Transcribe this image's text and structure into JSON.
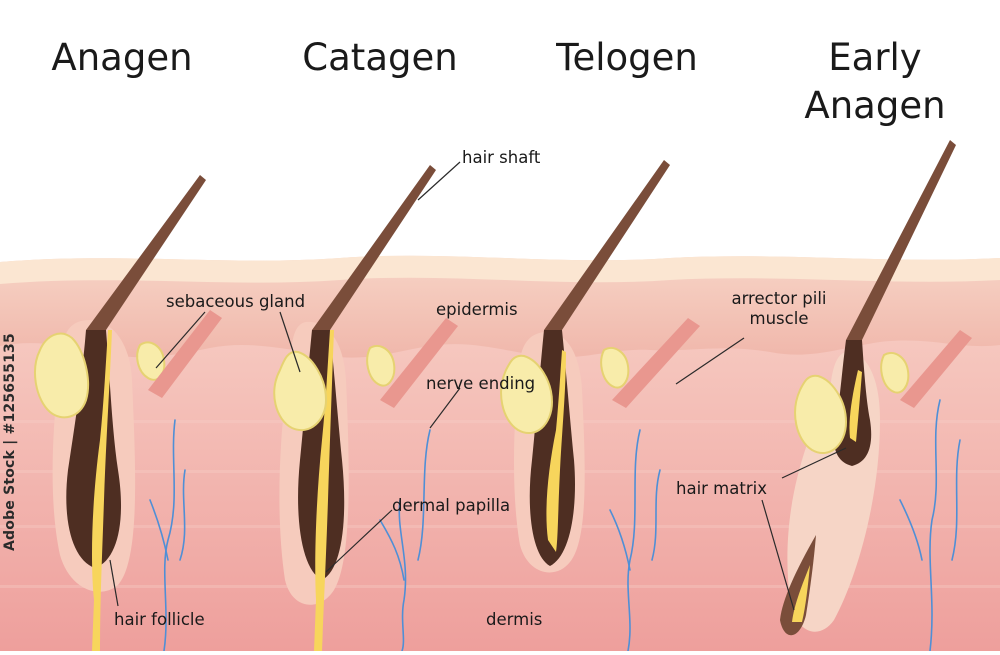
{
  "stages": [
    {
      "title": "Anagen"
    },
    {
      "title": "Catagen"
    },
    {
      "title": "Telogen"
    },
    {
      "title": "Early Anagen"
    }
  ],
  "labels": {
    "hair_shaft": "hair shaft",
    "sebaceous_gland": "sebaceous gland",
    "epidermis": "epidermis",
    "arrector_pili_muscle": "arrector pili muscle",
    "nerve_ending": "nerve ending",
    "hair_matrix": "hair matrix",
    "dermal_papilla": "dermal papilla",
    "hair_follicle": "hair follicle",
    "dermis": "dermis"
  },
  "credit": "Adobe Stock | #125655135",
  "colors": {
    "skin_top": "#fbe6d2",
    "epidermis": "#f2c1b4",
    "dermis": "#efa6a3",
    "hair": "#7a4d3a",
    "hair_dark": "#4e2e22",
    "gland": "#f8ecaa",
    "papilla": "#f7d55c",
    "nerve": "#4f8fd6",
    "muscle": "#e9978f"
  }
}
